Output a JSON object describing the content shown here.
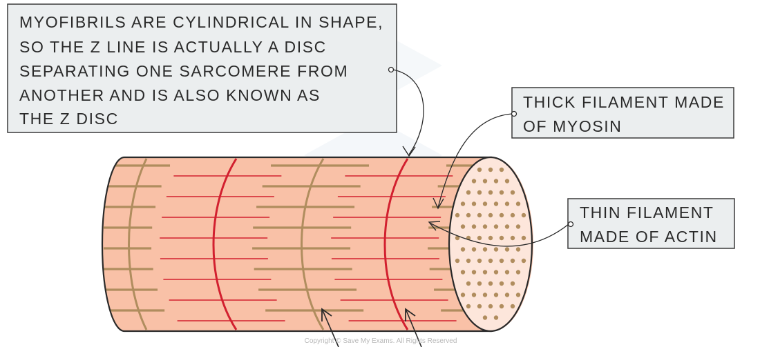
{
  "labels": {
    "z_disc_note": [
      "MYOFIBRILS ARE CYLINDRICAL IN SHAPE,",
      "SO THE Z LINE IS ACTUALLY A DISC",
      "SEPARATING ONE SARCOMERE FROM",
      "ANOTHER AND IS ALSO KNOWN AS",
      "THE Z DISC"
    ],
    "thick_filament": [
      "THICK FILAMENT MADE",
      "OF MYOSIN"
    ],
    "thin_filament": [
      "THIN FILAMENT",
      "MADE OF ACTIN"
    ]
  },
  "copyright": "Copyright © Save My Exams. All Rights Reserved",
  "colors": {
    "label_box_fill": "#ebeeef",
    "label_box_stroke": "#3a3a3a",
    "cylinder_fill": "#f9c1a7",
    "end_face_fill": "#fde6db",
    "thick_filament": "#b08d5e",
    "thin_filament": "#d2202f",
    "z_line_red": "#d2202f",
    "m_line_brown": "#b08d5e",
    "outline": "#2a2a2a"
  }
}
